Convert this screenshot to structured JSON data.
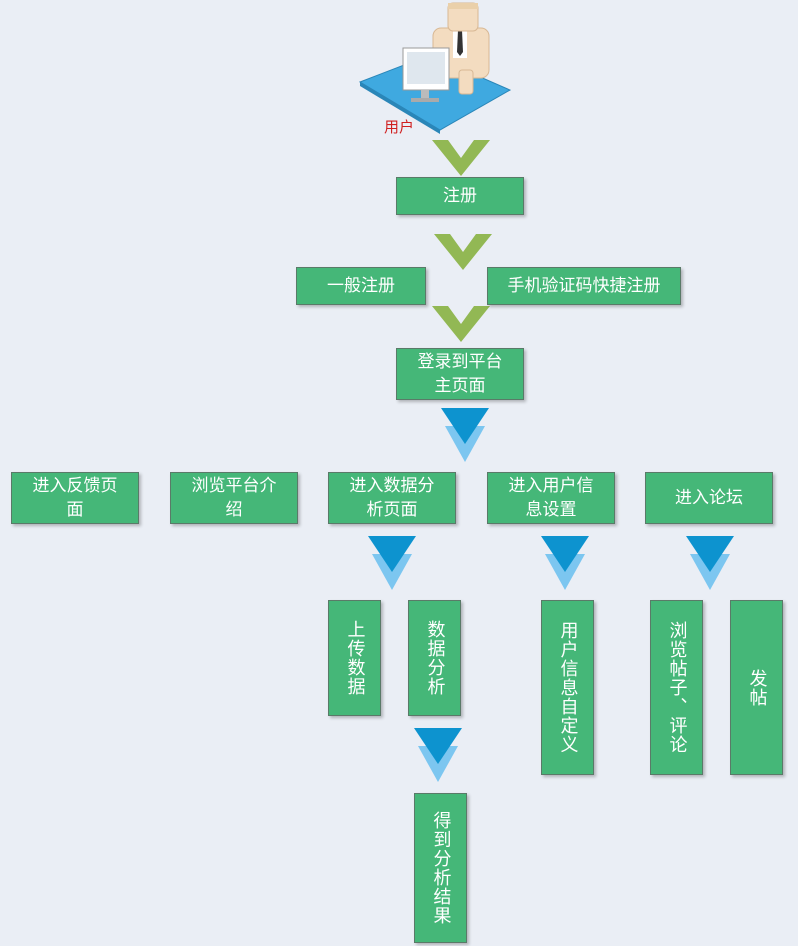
{
  "user_label": "用户",
  "register": "注册",
  "general_register": "一般注册",
  "phone_register": "手机验证码快捷注册",
  "login": "登录到平台\n主页面",
  "feedback": "进入反馈页\n面",
  "intro": "浏览平台介\n绍",
  "data_analysis_page": "进入数据分\n析页面",
  "user_info_settings": "进入用户信\n息设置",
  "forum": "进入论坛",
  "upload": "上传数据",
  "analyze": "数据分析",
  "results": "得到分析结果",
  "customize": "用户信息自定义",
  "browse_reply": "浏览帖子、评论",
  "post": "发帖",
  "colors": {
    "box_fill": "#45b778",
    "green_arrow": "#92b854",
    "blue_arrow_dark": "#0d93cf",
    "blue_arrow_light": "#7cc6f0",
    "background": "#eaeef5",
    "user_label": "#d02020"
  }
}
